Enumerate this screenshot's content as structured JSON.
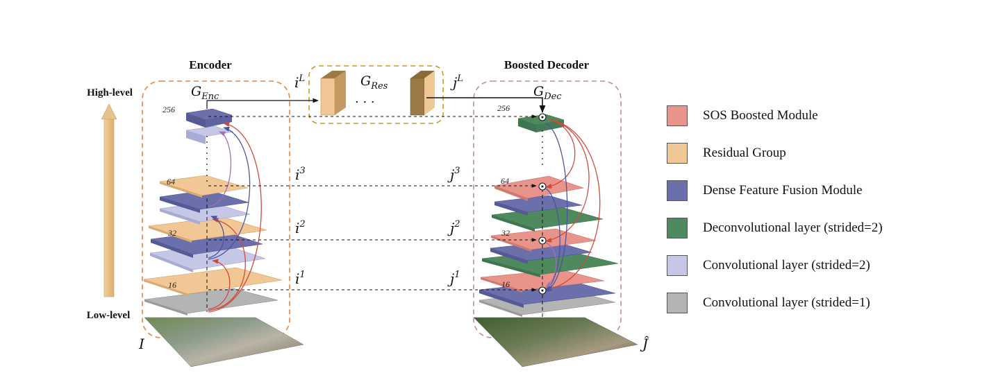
{
  "labels": {
    "encoder_title": "Encoder",
    "decoder_title": "Boosted Decoder",
    "high_level": "High-level",
    "low_level": "Low-level",
    "input_image": "I",
    "output_image": "Ĵ"
  },
  "math": {
    "g_enc_base": "G",
    "g_enc_sub": "Enc",
    "g_dec_base": "G",
    "g_dec_sub": "Dec",
    "g_res_base": "G",
    "g_res_sub": "Res",
    "i_base": "i",
    "j_base": "j",
    "sup_L": "L",
    "sup_3": "3",
    "sup_2": "2",
    "sup_1": "1",
    "dots": ". . ."
  },
  "channels": {
    "enc_256": "256",
    "enc_64": "64",
    "enc_32": "32",
    "enc_16": "16",
    "dec_256": "256",
    "dec_64": "64",
    "dec_32": "32",
    "dec_16": "16"
  },
  "legend": [
    {
      "label": "SOS Boosted Module",
      "color": "#e8948a"
    },
    {
      "label": "Residual Group",
      "color": "#f1c895"
    },
    {
      "label": "Dense Feature Fusion Module",
      "color": "#6b6fab"
    },
    {
      "label": "Deconvolutional layer (strided=2)",
      "color": "#4e8a5e"
    },
    {
      "label": "Convolutional layer (strided=2)",
      "color": "#c4c7e6"
    },
    {
      "label": "Convolutional layer (strided=1)",
      "color": "#b4b4b4"
    }
  ],
  "colors": {
    "encoder_box": "#e8843a",
    "res_box": "#c89a1e",
    "decoder_box": "#c08aa0",
    "arrow_red": "#d0483a",
    "arrow_blue": "#4a55a0",
    "arrow_purple": "#a070b0",
    "high_low_arrow": "#e9c48e"
  }
}
